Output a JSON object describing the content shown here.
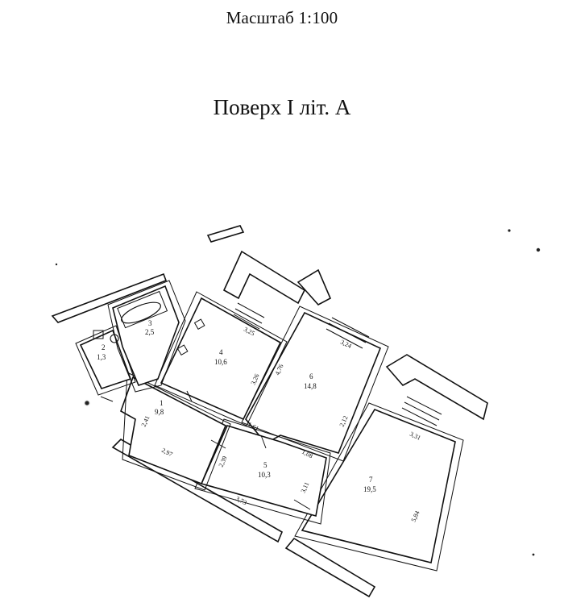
{
  "header": {
    "scale_label": "Масштаб 1:100",
    "floor_title": "Поверх I літ. А"
  },
  "rooms": [
    {
      "id": "1",
      "number": "1",
      "area": "9,8"
    },
    {
      "id": "2",
      "number": "2",
      "area": "1,3"
    },
    {
      "id": "3",
      "number": "3",
      "area": "2,5"
    },
    {
      "id": "4",
      "number": "4",
      "area": "10,6"
    },
    {
      "id": "5",
      "number": "5",
      "area": "10,3"
    },
    {
      "id": "6",
      "number": "6",
      "area": "14,8"
    },
    {
      "id": "7",
      "number": "7",
      "area": "19,5"
    }
  ],
  "dimensions": {
    "d_325": "3,25",
    "d_324": "3,24",
    "d_326": "3,26",
    "d_476": "4,76",
    "d_212": "2,12",
    "d_241": "2,41",
    "d_297": "2,97",
    "d_161": "1,61",
    "d_239": "2,39",
    "d_108": "1,08",
    "d_311": "3,11",
    "d_373": "3,73",
    "d_331": "3,31",
    "d_584": "5,84"
  }
}
